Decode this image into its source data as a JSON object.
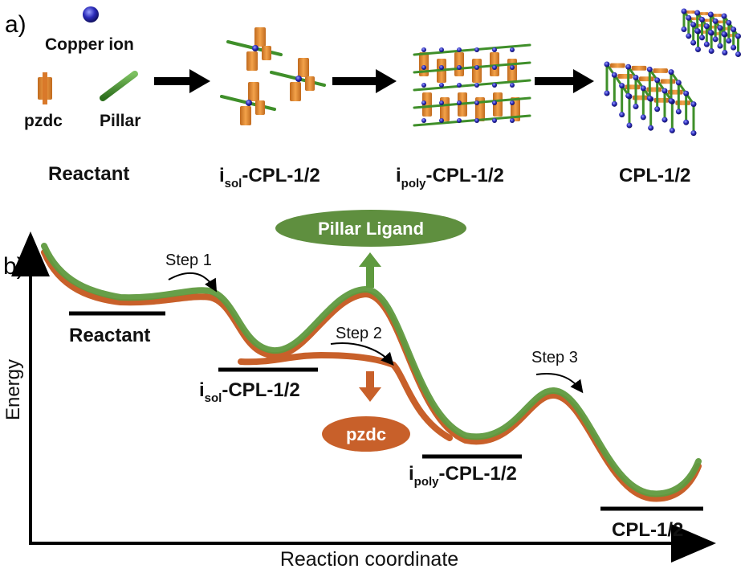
{
  "panel_a": {
    "label": "a)",
    "legend": {
      "copper_ion": "Copper ion",
      "pzdc": "pzdc",
      "pillar": "Pillar"
    },
    "stages": [
      {
        "base": "Reactant",
        "sub": ""
      },
      {
        "base": "i",
        "sub": "sol",
        "rest": "-CPL-1/2"
      },
      {
        "base": "i",
        "sub": "poly",
        "rest": "-CPL-1/2"
      },
      {
        "base": "CPL-1/2",
        "sub": ""
      }
    ]
  },
  "panel_b": {
    "label": "b)",
    "y_axis": "Energy",
    "x_axis": "Reaction coordinate",
    "steps": [
      "Step 1",
      "Step 2",
      "Step 3"
    ],
    "pillar_badge": "Pillar Ligand",
    "pzdc_badge": "pzdc",
    "levels": [
      {
        "base": "Reactant",
        "sub": "",
        "rest": ""
      },
      {
        "base": "i",
        "sub": "sol",
        "rest": "-CPL-1/2"
      },
      {
        "base": "i",
        "sub": "poly",
        "rest": "-CPL-1/2"
      },
      {
        "base": "CPL-1/2",
        "sub": "",
        "rest": ""
      }
    ]
  },
  "colors": {
    "copper": "#2a2ab8",
    "pzdc": "#e88a2e",
    "pillar": "#3f8f2a",
    "green_curve": "#5f9a3f",
    "orange_curve": "#c8602a",
    "pillar_badge": "#5f8f3f",
    "pzdc_badge": "#c8602a"
  }
}
